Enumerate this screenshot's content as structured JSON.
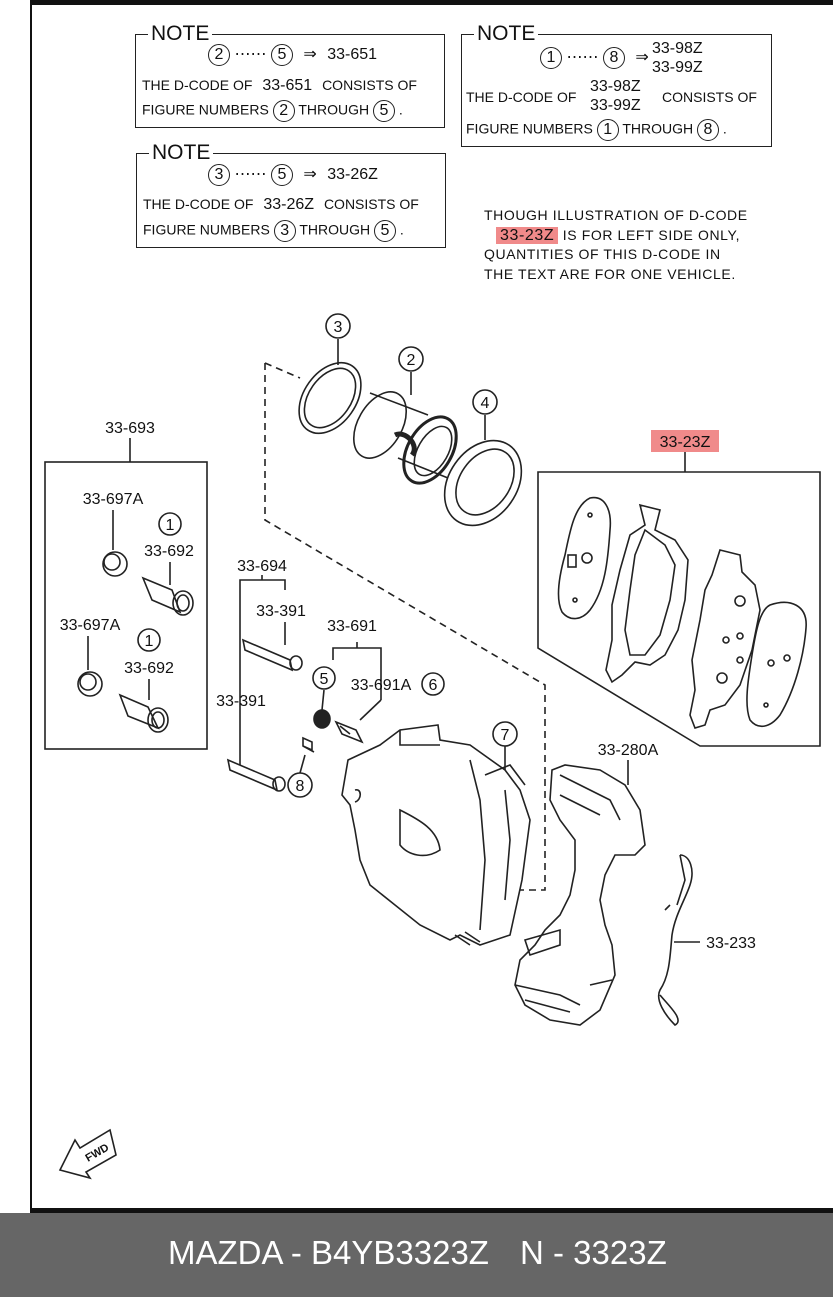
{
  "notes": [
    {
      "title": "NOTE",
      "range_from": "2",
      "range_to": "5",
      "dots": "⋯⋯",
      "arrow": "⇒",
      "codes": [
        "33-651"
      ],
      "line1a": "THE D-CODE OF",
      "line1b": "33-651",
      "line1c": "CONSISTS OF",
      "line2a": "FIGURE NUMBERS",
      "line2b": "2",
      "line2c": "THROUGH",
      "line2d": "5",
      "line2e": "."
    },
    {
      "title": "NOTE",
      "range_from": "1",
      "range_to": "8",
      "dots": "⋯⋯",
      "arrow": "⇒",
      "codes": [
        "33-98Z",
        "33-99Z"
      ],
      "line1a": "THE D-CODE OF",
      "line1b": "33-98Z",
      "line1b2": "33-99Z",
      "line1c": "CONSISTS OF",
      "line2a": "FIGURE NUMBERS",
      "line2b": "1",
      "line2c": "THROUGH",
      "line2d": "8",
      "line2e": "."
    },
    {
      "title": "NOTE",
      "range_from": "3",
      "range_to": "5",
      "dots": "⋯⋯",
      "arrow": "⇒",
      "codes": [
        "33-26Z"
      ],
      "line1a": "THE D-CODE OF",
      "line1b": "33-26Z",
      "line1c": "CONSISTS OF",
      "line2a": "FIGURE NUMBERS",
      "line2b": "3",
      "line2c": "THROUGH",
      "line2d": "5",
      "line2e": "."
    }
  ],
  "disclaimer": {
    "line1": "THOUGH ILLUSTRATION OF D-CODE",
    "highlight": "33-23Z",
    "line2rest": "IS FOR LEFT SIDE ONLY,",
    "line3": "QUANTITIES OF THIS D-CODE IN",
    "line4": "THE TEXT ARE FOR ONE VEHICLE."
  },
  "labels": {
    "c3": "3",
    "c2": "2",
    "c4": "4",
    "c1a": "1",
    "c1b": "1",
    "c5": "5",
    "c6": "6",
    "c7": "7",
    "c8": "8",
    "l33693": "33-693",
    "l33697A_1": "33-697A",
    "l33692_1": "33-692",
    "l33697A_2": "33-697A",
    "l33692_2": "33-692",
    "l33694": "33-694",
    "l33391_1": "33-391",
    "l33391_2": "33-391",
    "l33691": "33-691",
    "l33691A": "33-691A",
    "l3323Z": "33-23Z",
    "l33280A": "33-280A",
    "l33233": "33-233",
    "fwd": "FWD"
  },
  "colors": {
    "highlight": "#f08a8a",
    "footer_bg": "#666666",
    "footer_text": "#ffffff"
  },
  "footer": {
    "left": "MAZDA - B4YB3323Z",
    "right": "N - 3323Z"
  }
}
